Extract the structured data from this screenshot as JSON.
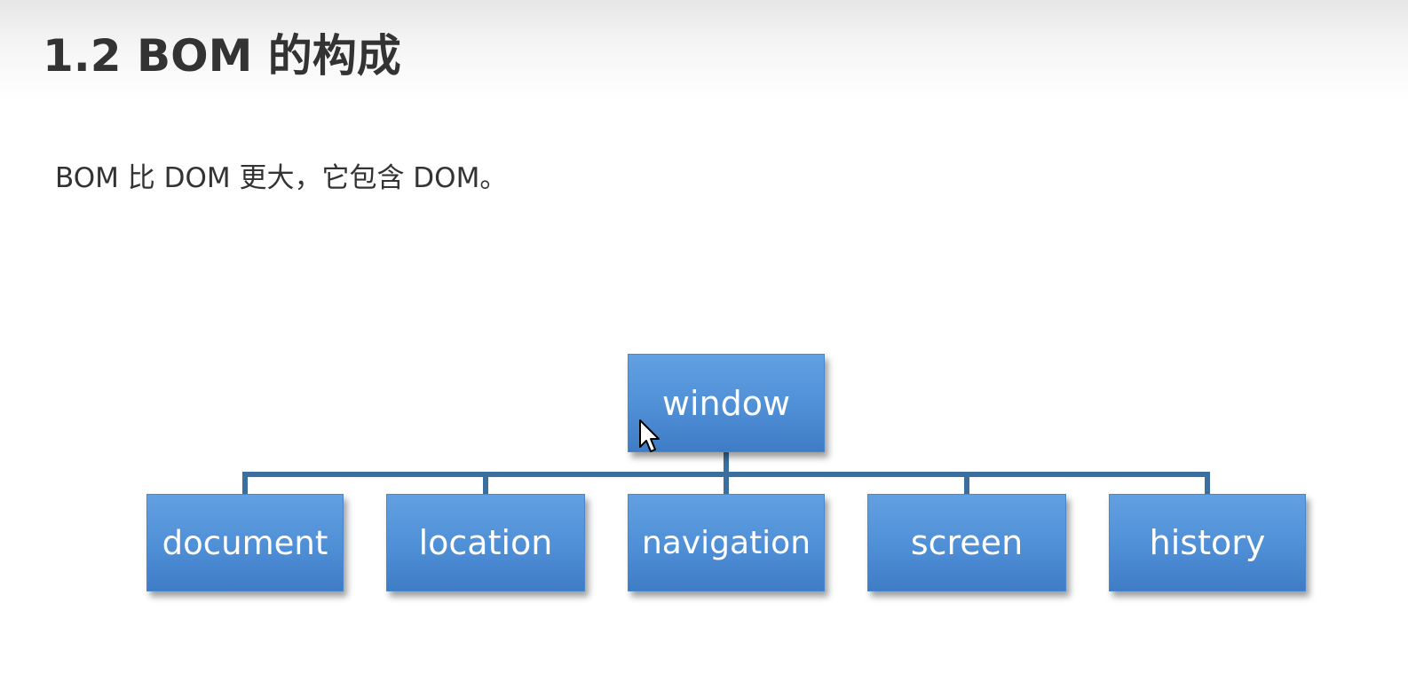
{
  "slide": {
    "title": "1.2 BOM 的构成",
    "subtitle": "BOM 比 DOM 更大，它包含 DOM。"
  },
  "diagram": {
    "type": "hierarchy",
    "root": "window",
    "children": [
      "document",
      "location",
      "navigation",
      "screen",
      "history"
    ],
    "colors": {
      "node_fill": "#4f8fd6",
      "node_text": "#ffffff",
      "connector": "#3a6f9f"
    }
  }
}
